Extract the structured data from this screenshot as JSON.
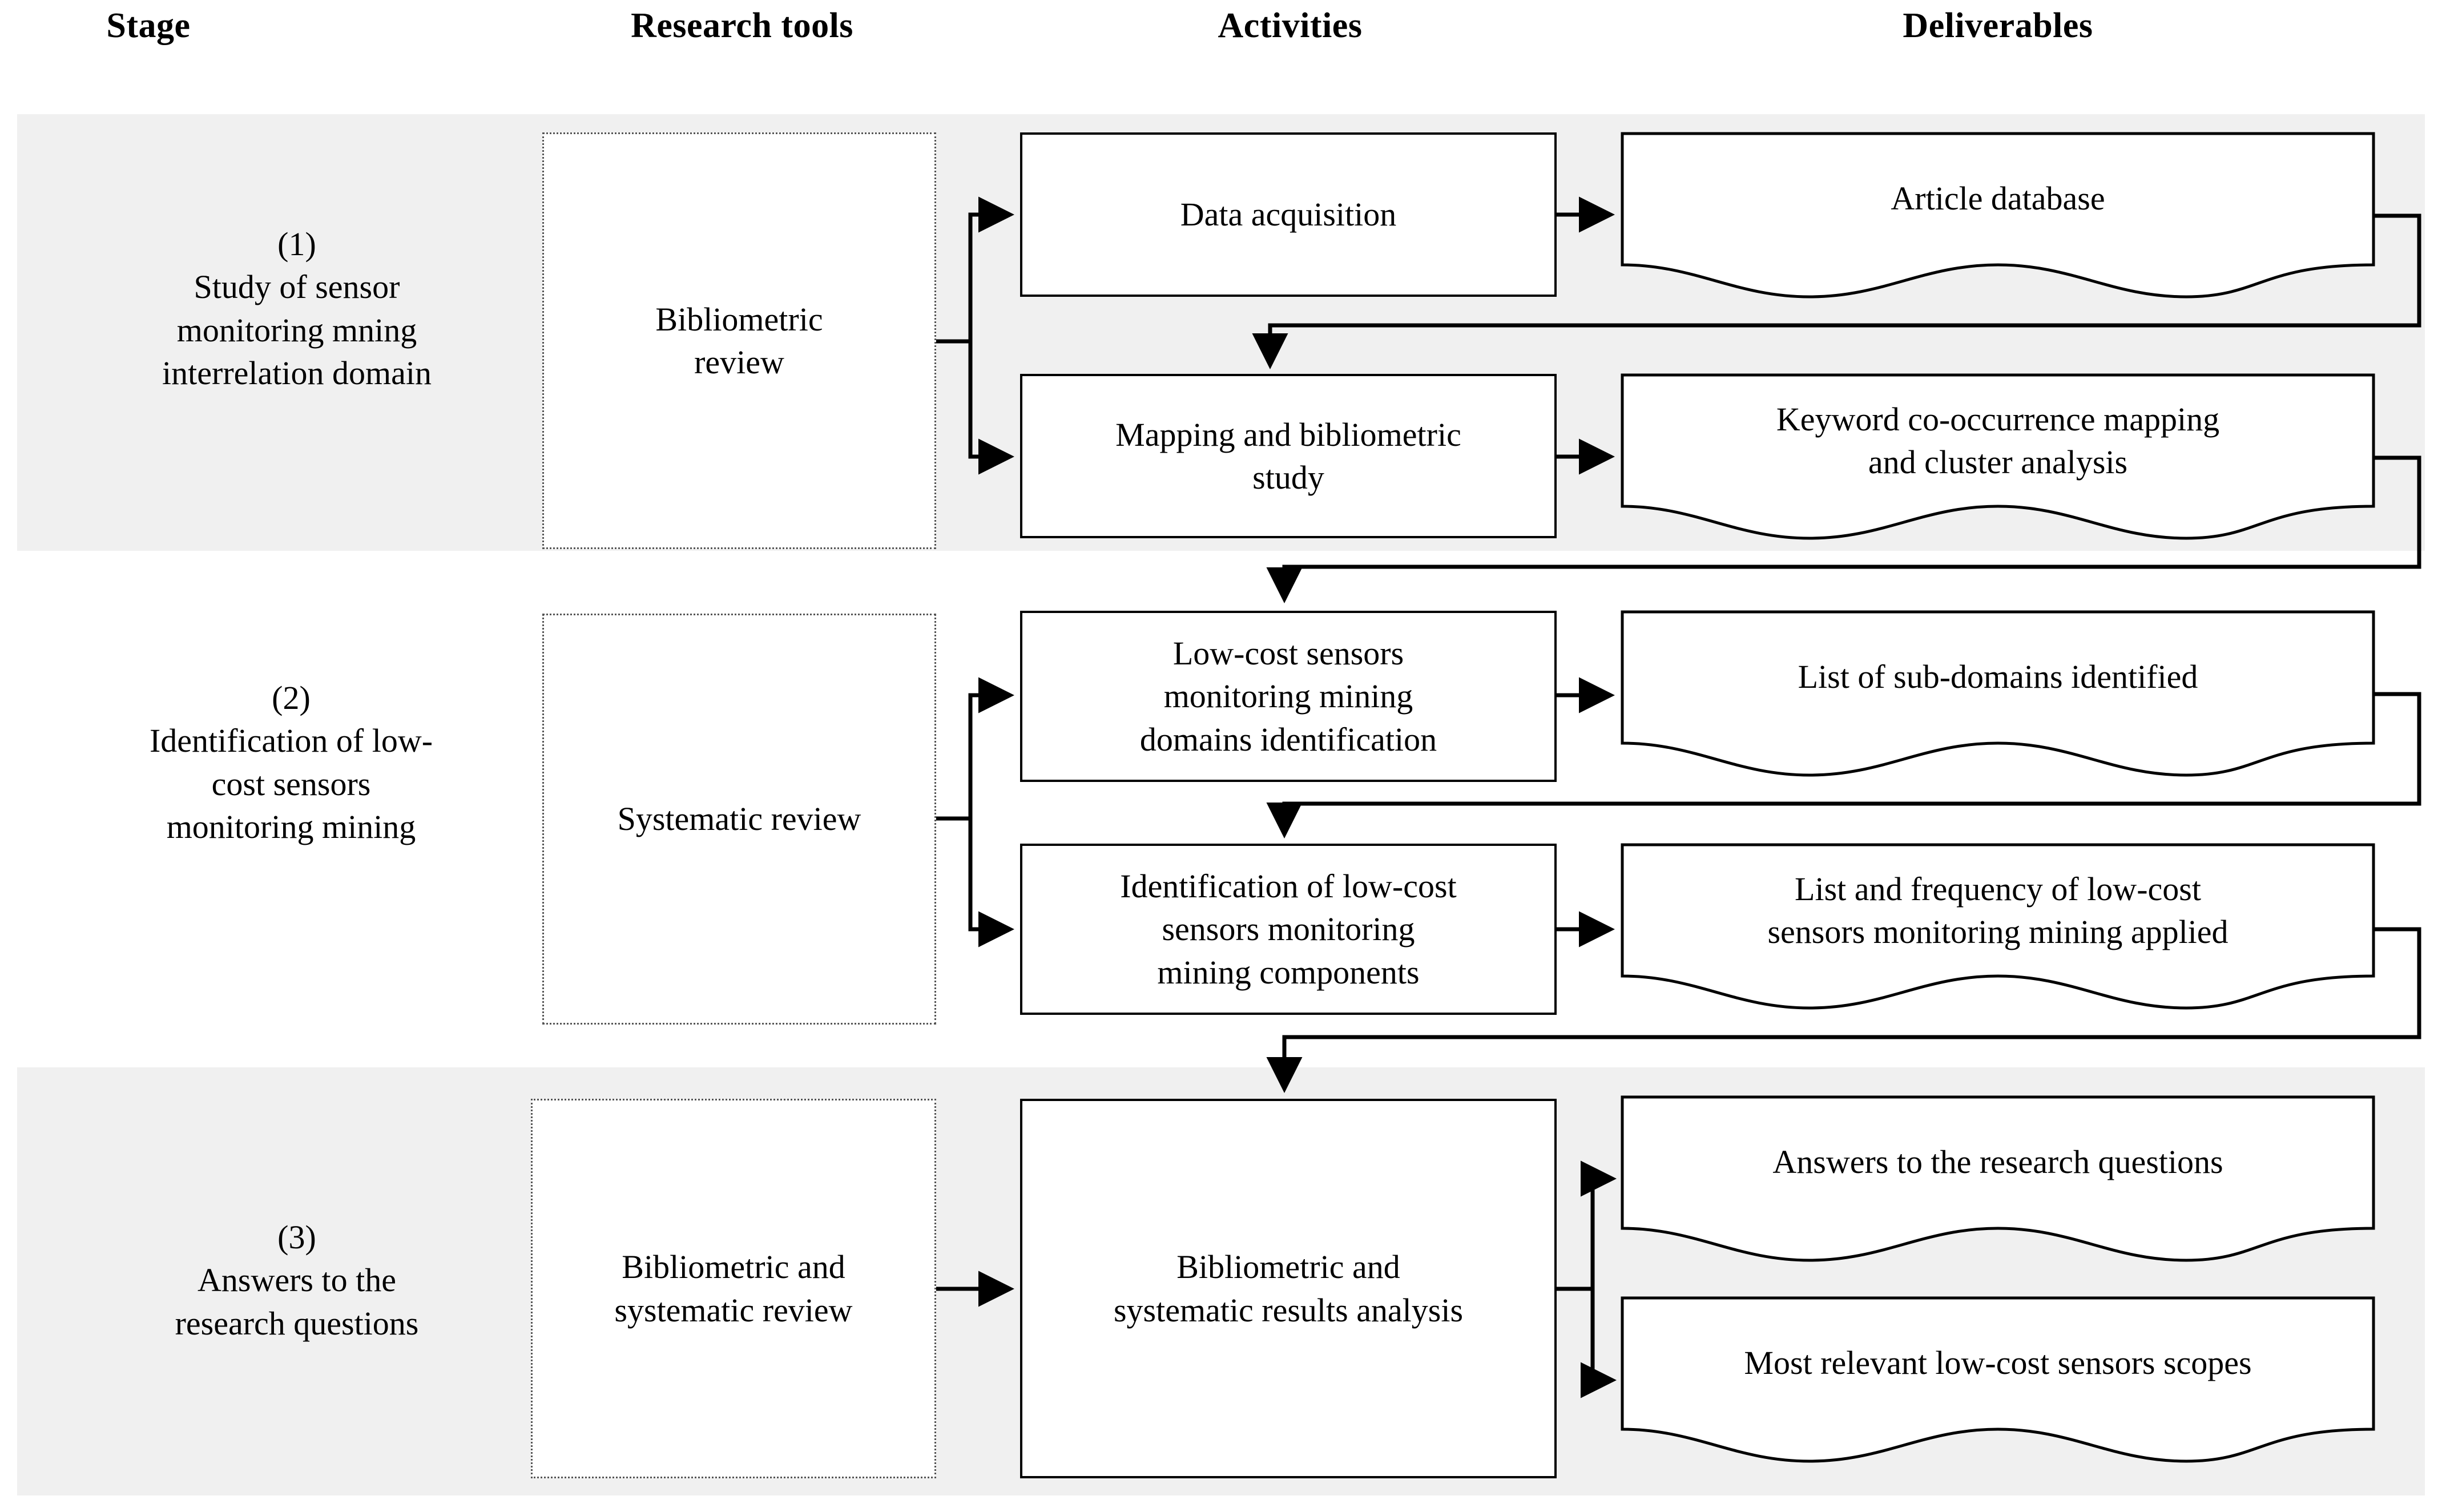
{
  "headers": [
    {
      "label": "Stage"
    },
    {
      "label": "Research tools"
    },
    {
      "label": "Activities"
    },
    {
      "label": "Deliverables"
    }
  ],
  "stages": [
    {
      "number": "(1)",
      "title_line1": "Study of sensor",
      "title_line2": "monitoring mning",
      "title_line3": "interrelation domain",
      "shaded": true,
      "tool": "Bibliometric review",
      "tool_line1": "Bibliometric",
      "tool_line2": "review",
      "activities": [
        {
          "line1": "Data acquisition",
          "line2": ""
        },
        {
          "line1": "Mapping and bibliometric",
          "line2": "study"
        }
      ],
      "deliverables": [
        {
          "line1": "Article database",
          "line2": ""
        },
        {
          "line1": "Keyword co-occurrence mapping",
          "line2": "and cluster analysis"
        }
      ]
    },
    {
      "number": "(2)",
      "title_line1": "Identification of low-",
      "title_line2": "cost sensors",
      "title_line3": "monitoring mining",
      "shaded": false,
      "tool": "Systematic review",
      "tool_line1": "Systematic review",
      "tool_line2": "",
      "activities": [
        {
          "line1": "Low-cost sensors",
          "line2": "monitoring mining",
          "line3": "domains identification"
        },
        {
          "line1": "Identification of low-cost",
          "line2": "sensors monitoring",
          "line3": "mining components"
        }
      ],
      "deliverables": [
        {
          "line1": "List of sub-domains identified",
          "line2": ""
        },
        {
          "line1": "List and frequency of low-cost",
          "line2": "sensors monitoring mining applied"
        }
      ]
    },
    {
      "number": "(3)",
      "title_line1": "Answers to the",
      "title_line2": "research questions",
      "title_line3": "",
      "shaded": true,
      "tool": "Bibliometric and systematic review",
      "tool_line1": "Bibliometric and",
      "tool_line2": "systematic review",
      "activities": [
        {
          "line1": "Bibliometric and",
          "line2": "systematic results analysis"
        }
      ],
      "deliverables": [
        {
          "line1": "Answers to the research questions",
          "line2": ""
        },
        {
          "line1": "Most relevant low-cost sensors scopes",
          "line2": ""
        }
      ]
    }
  ],
  "colors": {
    "band_shaded": "#f0f0f0",
    "band_plain": "#ffffff",
    "line": "#000000",
    "tool_border": "#555555"
  }
}
